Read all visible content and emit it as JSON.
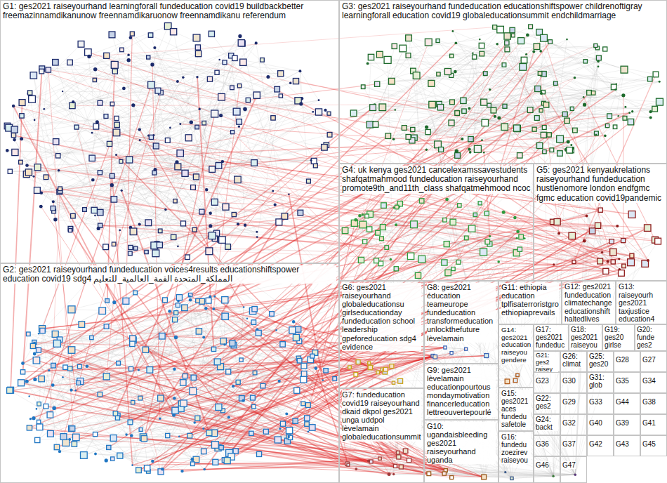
{
  "diagram": {
    "nodes": [
      {
        "text": [
          "G1: ges2021 raiseyourhand learningforall fundeducation covid19 buildbackbetter freemazinnamdikanunow freennamdikaruonow freennamdikanu referendum"
        ]
      },
      {
        "text": [
          "G3: ges2021 raiseyourhand fundeducation educationshiftspower childrenoftigray learningforall education covid19 globaleducationsummit endchildmarriage"
        ]
      },
      {
        "text": [
          "G4: uk kenya ges2021 cancelexamssavestudents shafqatmahmood fundeducation raiseyourhand promote9th_and11th_class shafqatmehmood ncoc"
        ]
      },
      {
        "text": [
          "G5: ges2021 kenyaukrelations raiseyourhand fundeducation hustlenomore london endfgmc fgmc education covid19pandemic"
        ]
      },
      {
        "text": [
          "G2: ges2021 raiseyourhand fundeducation voices4results educationshiftspower education covid19 sdg4 المملكة_المتحدة القمة_العالمية_للتعليم"
        ]
      },
      {
        "text": [
          "G6: ges2021 raiseyourhand globaleducationsu girlseducationday fundeducation school leadership gpeforeducation sdg4 evidence"
        ]
      },
      {
        "text": [
          "G8: ges2021 éducation teameurope fundeducation transformeducation unlockthefuture lèvelamain"
        ]
      },
      {
        "text": [
          "G11: ethiopia education tplfisaterroristgro ethiopiaprevails"
        ]
      },
      {
        "text": [
          "G12: ges2021 fundeducation climatechange educationshift haltedlives"
        ]
      },
      {
        "text": [
          "G13: raiseyourh ges2021 taxjustice education4"
        ]
      },
      {
        "text": [
          "G14: ges2021 education raiseyou gendere"
        ]
      },
      {
        "text": [
          "G17: ges2021 fundeduc"
        ]
      },
      {
        "text": [
          "G18: ges2021 raiseyou"
        ]
      },
      {
        "text": [
          "G19: ges20 girlse"
        ]
      },
      {
        "text": [
          "G20: funde ges2"
        ]
      },
      {
        "text": [
          "G9: ges2021 lèvelamain educationpourtous mondaymotivation financerleducation lettreouvertepourlé"
        ]
      },
      {
        "text": [
          "G21: ges2 raisey"
        ]
      },
      {
        "text": [
          "G26: climat"
        ]
      },
      {
        "text": [
          "G25: ges20"
        ]
      },
      {
        "text": [
          "G28"
        ]
      },
      {
        "text": [
          "G27"
        ]
      },
      {
        "text": [
          "G7: fundeducation covid19 raiseyourhand dkaid dkpol ges2021 unga uddpol lèvelamain globaleducationsummit"
        ]
      },
      {
        "text": [
          "G23"
        ]
      },
      {
        "text": [
          "G30"
        ]
      },
      {
        "text": [
          "G31: glob"
        ]
      },
      {
        "text": [
          "G35"
        ]
      },
      {
        "text": [
          "G34"
        ]
      },
      {
        "text": [
          "G15: ges2021 aces fundedu safetole"
        ]
      },
      {
        "text": [
          "G22: ges2"
        ]
      },
      {
        "text": [
          "G29"
        ]
      },
      {
        "text": [
          "G33"
        ]
      },
      {
        "text": [
          "G44"
        ]
      },
      {
        "text": [
          "G38"
        ]
      },
      {
        "text": [
          "G24: backt"
        ]
      },
      {
        "text": [
          "G32"
        ]
      },
      {
        "text": [
          "G40"
        ]
      },
      {
        "text": [
          "G39"
        ]
      },
      {
        "text": [
          "G41"
        ]
      },
      {
        "text": [
          "G10: ugandaisbleeding ges2021 raiseyourhand uganda"
        ]
      },
      {
        "text": [
          "G16: fundedu zoezirev raiseyou"
        ]
      },
      {
        "text": [
          "G36"
        ]
      },
      {
        "text": [
          "G37"
        ]
      },
      {
        "text": [
          "G42"
        ]
      },
      {
        "text": [
          "G43"
        ]
      },
      {
        "text": [
          "G45"
        ]
      },
      {
        "text": [
          "G46"
        ]
      },
      {
        "text": [
          "G47"
        ]
      }
    ]
  }
}
